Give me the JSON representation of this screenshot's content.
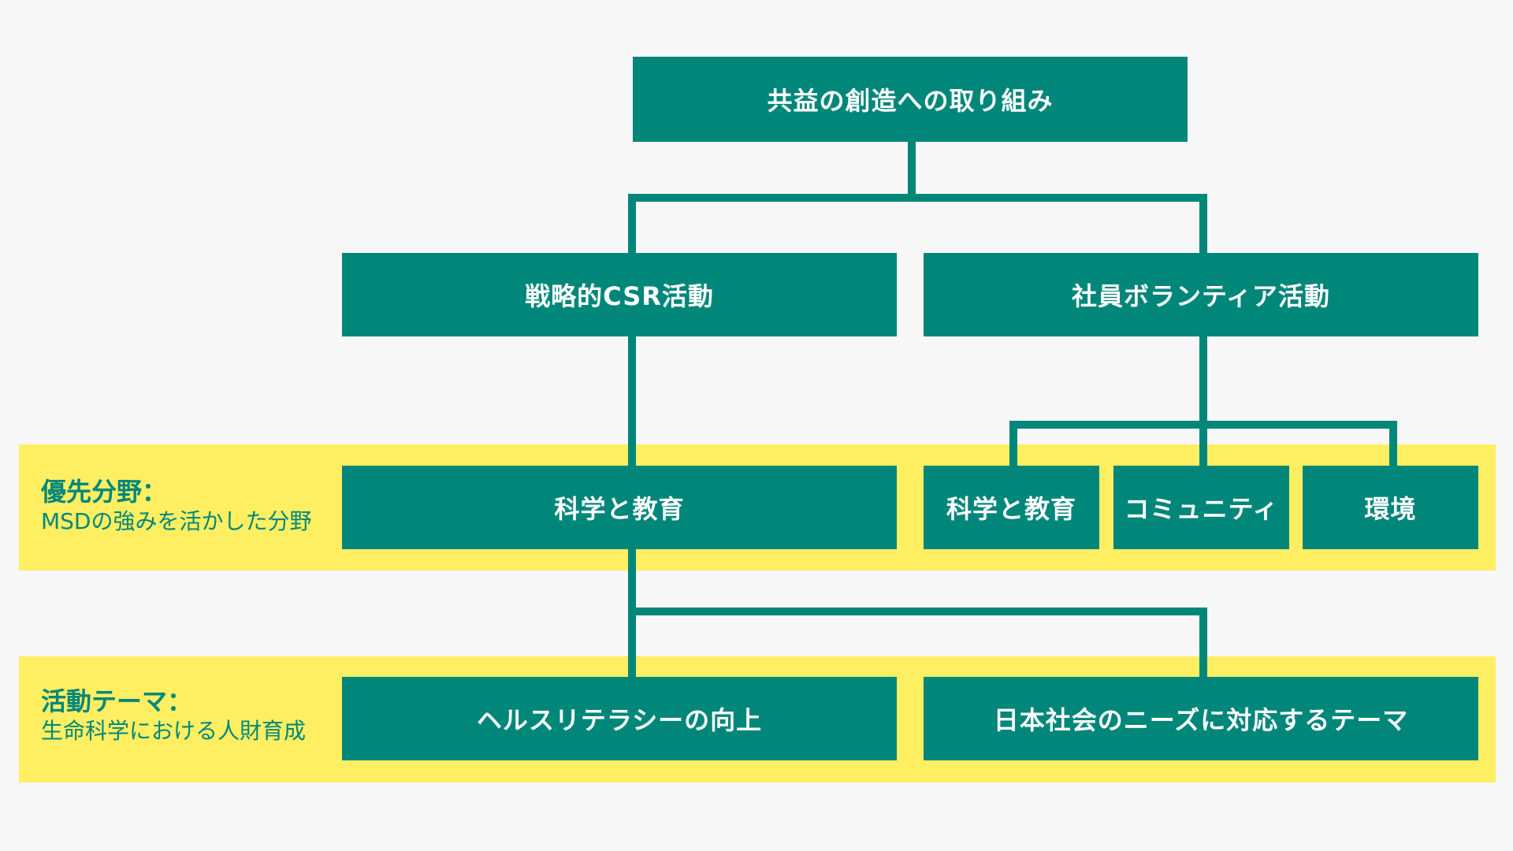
{
  "root": "共益の創造への取り組み",
  "level1": {
    "left": "戦略的CSR活動",
    "right": "社員ボランティア活動"
  },
  "priority": {
    "title": "優先分野：",
    "subtitle": "MSDの強みを活かした分野",
    "strategic_item": "科学と教育",
    "volunteer_items": [
      "科学と教育",
      "コミュニティ",
      "環境"
    ]
  },
  "themes": {
    "title": "活動テーマ：",
    "subtitle": "生命科学における人財育成",
    "items": [
      "ヘルスリテラシーの向上",
      "日本社会のニーズに対応するテーマ"
    ]
  },
  "colors": {
    "box": "#00877a",
    "band": "#fdee62",
    "background": "#f7f7f7"
  }
}
